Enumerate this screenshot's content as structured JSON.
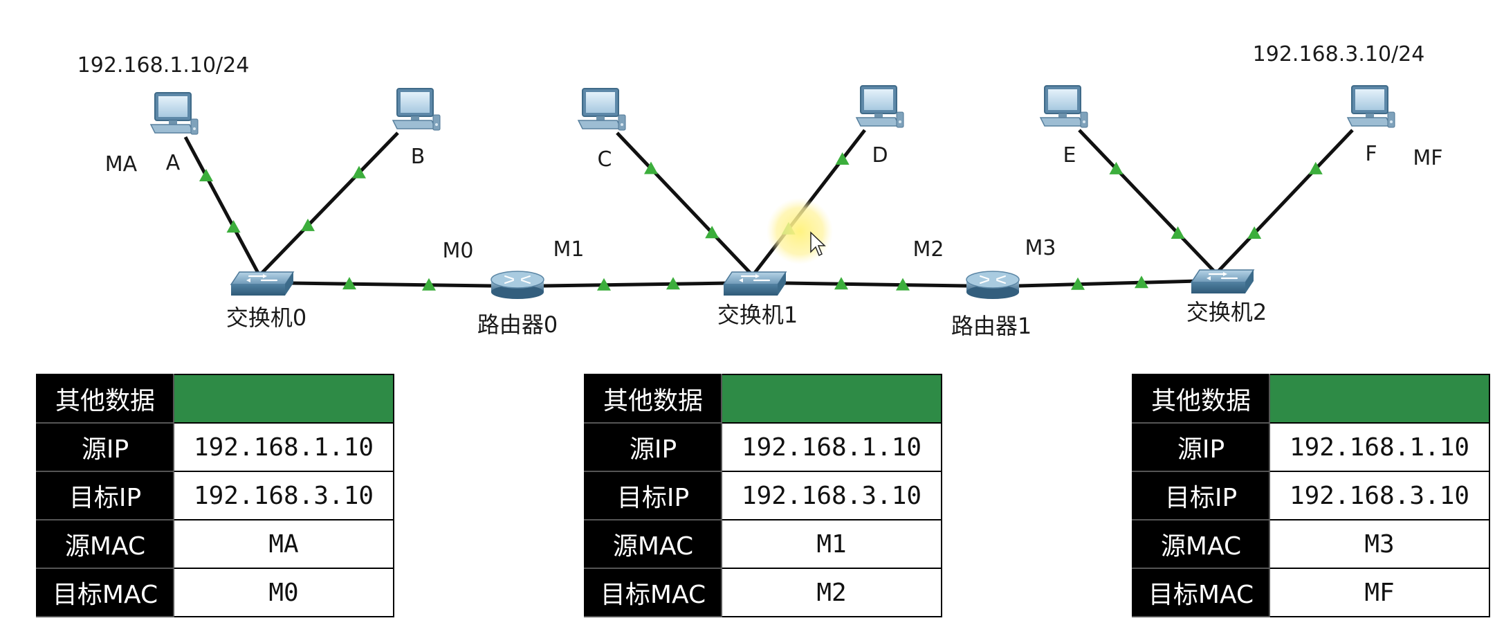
{
  "hosts": [
    {
      "id": "A",
      "label": "A",
      "mac": "MA",
      "ip": "192.168.1.10/24"
    },
    {
      "id": "B",
      "label": "B"
    },
    {
      "id": "C",
      "label": "C"
    },
    {
      "id": "D",
      "label": "D"
    },
    {
      "id": "E",
      "label": "E"
    },
    {
      "id": "F",
      "label": "F",
      "mac": "MF",
      "ip": "192.168.3.10/24"
    }
  ],
  "switches": [
    {
      "id": "sw0",
      "label": "交换机0"
    },
    {
      "id": "sw1",
      "label": "交换机1"
    },
    {
      "id": "sw2",
      "label": "交换机2"
    }
  ],
  "routers": [
    {
      "id": "r0",
      "label": "路由器0",
      "mac_left": "M0",
      "mac_right": "M1"
    },
    {
      "id": "r1",
      "label": "路由器1",
      "mac_left": "M2",
      "mac_right": "M3"
    }
  ],
  "link_status_color": "#3cae3c",
  "data_cell_color": "#2e8b46",
  "tables": [
    {
      "rows": [
        {
          "key": "其他数据",
          "value": ""
        },
        {
          "key": "源IP",
          "value": "192.168.1.10"
        },
        {
          "key": "目标IP",
          "value": "192.168.3.10"
        },
        {
          "key": "源MAC",
          "value": "MA"
        },
        {
          "key": "目标MAC",
          "value": "M0"
        }
      ]
    },
    {
      "rows": [
        {
          "key": "其他数据",
          "value": ""
        },
        {
          "key": "源IP",
          "value": "192.168.1.10"
        },
        {
          "key": "目标IP",
          "value": "192.168.3.10"
        },
        {
          "key": "源MAC",
          "value": "M1"
        },
        {
          "key": "目标MAC",
          "value": "M2"
        }
      ]
    },
    {
      "rows": [
        {
          "key": "其他数据",
          "value": ""
        },
        {
          "key": "源IP",
          "value": "192.168.1.10"
        },
        {
          "key": "目标IP",
          "value": "192.168.3.10"
        },
        {
          "key": "源MAC",
          "value": "M3"
        },
        {
          "key": "目标MAC",
          "value": "MF"
        }
      ]
    }
  ]
}
